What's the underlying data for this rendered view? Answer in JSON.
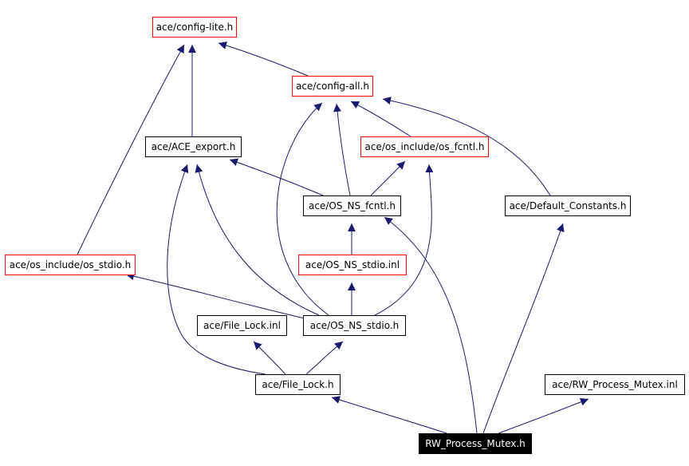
{
  "colors": {
    "edge": "#191970",
    "border_default": "#000000",
    "border_truncated": "#ff0000",
    "root_fill": "#000000",
    "root_text": "#ffffff",
    "node_fill": "#ffffff",
    "node_text": "#000000"
  },
  "nodes": [
    {
      "id": "config_lite",
      "label": "ace/config-lite.h",
      "style": "truncated"
    },
    {
      "id": "config_all",
      "label": "ace/config-all.h",
      "style": "truncated"
    },
    {
      "id": "ace_export",
      "label": "ace/ACE_export.h",
      "style": "default"
    },
    {
      "id": "os_fcntl_inc",
      "label": "ace/os_include/os_fcntl.h",
      "style": "truncated"
    },
    {
      "id": "os_ns_fcntl",
      "label": "ace/OS_NS_fcntl.h",
      "style": "default"
    },
    {
      "id": "default_consts",
      "label": "ace/Default_Constants.h",
      "style": "default"
    },
    {
      "id": "os_stdio_inc",
      "label": "ace/os_include/os_stdio.h",
      "style": "truncated"
    },
    {
      "id": "os_ns_stdio_inl",
      "label": "ace/OS_NS_stdio.inl",
      "style": "truncated"
    },
    {
      "id": "file_lock_inl",
      "label": "ace/File_Lock.inl",
      "style": "default"
    },
    {
      "id": "os_ns_stdio",
      "label": "ace/OS_NS_stdio.h",
      "style": "default"
    },
    {
      "id": "file_lock",
      "label": "ace/File_Lock.h",
      "style": "default"
    },
    {
      "id": "rw_mutex_inl",
      "label": "ace/RW_Process_Mutex.inl",
      "style": "default"
    },
    {
      "id": "rw_mutex",
      "label": "RW_Process_Mutex.h",
      "style": "root"
    }
  ],
  "edges": [
    {
      "from": "config_all",
      "to": "config_lite"
    },
    {
      "from": "ace_export",
      "to": "config_lite"
    },
    {
      "from": "os_stdio_inc",
      "to": "config_lite"
    },
    {
      "from": "os_fcntl_inc",
      "to": "config_all"
    },
    {
      "from": "os_ns_fcntl",
      "to": "config_all"
    },
    {
      "from": "default_consts",
      "to": "config_all"
    },
    {
      "from": "os_ns_stdio",
      "to": "config_all"
    },
    {
      "from": "os_ns_fcntl",
      "to": "ace_export"
    },
    {
      "from": "os_ns_stdio",
      "to": "ace_export"
    },
    {
      "from": "file_lock",
      "to": "ace_export"
    },
    {
      "from": "os_ns_fcntl",
      "to": "os_fcntl_inc"
    },
    {
      "from": "os_ns_stdio",
      "to": "os_fcntl_inc"
    },
    {
      "from": "os_ns_stdio_inl",
      "to": "os_ns_fcntl"
    },
    {
      "from": "rw_mutex",
      "to": "os_ns_fcntl"
    },
    {
      "from": "rw_mutex",
      "to": "default_consts"
    },
    {
      "from": "os_ns_stdio",
      "to": "os_stdio_inc"
    },
    {
      "from": "os_ns_stdio",
      "to": "os_ns_stdio_inl"
    },
    {
      "from": "file_lock",
      "to": "file_lock_inl"
    },
    {
      "from": "file_lock",
      "to": "os_ns_stdio"
    },
    {
      "from": "rw_mutex",
      "to": "file_lock"
    },
    {
      "from": "rw_mutex",
      "to": "rw_mutex_inl"
    }
  ]
}
